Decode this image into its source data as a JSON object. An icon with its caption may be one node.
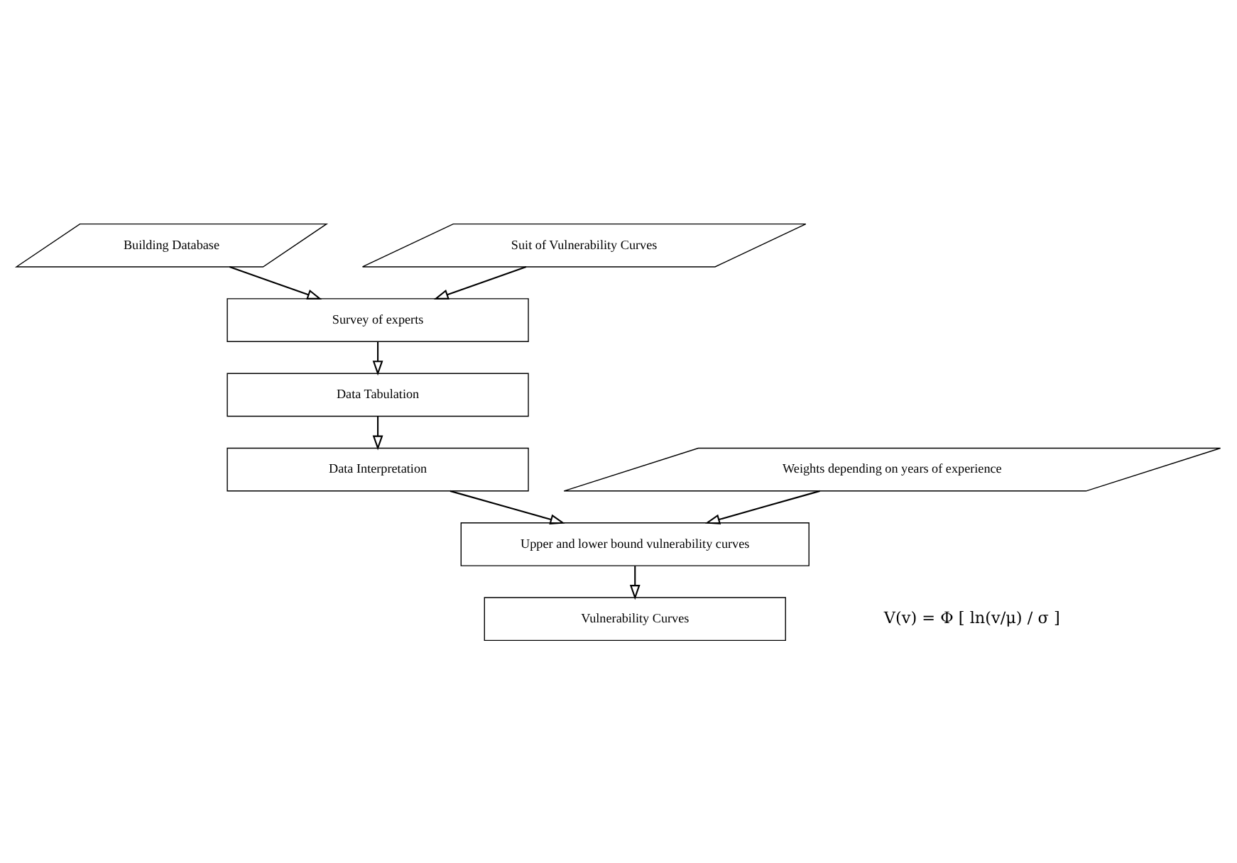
{
  "diagram": {
    "nodes": [
      {
        "text": [
          "Building Database"
        ]
      },
      {
        "text": [
          "Suit of Vulnerability Curves"
        ]
      },
      {
        "text": [
          "Survey of experts"
        ]
      },
      {
        "text": [
          "Data Tabulation"
        ]
      },
      {
        "text": [
          "Data Interpretation"
        ]
      },
      {
        "text": [
          "Weights depending on years of experience"
        ]
      },
      {
        "text": [
          "Upper and lower bound vulnerability curves"
        ]
      },
      {
        "text": [
          "Vulnerability Curves"
        ]
      }
    ],
    "edges": [
      {
        "from": 0,
        "to": 2,
        "arrow": "to"
      },
      {
        "from": 1,
        "to": 2,
        "arrow": "to"
      },
      {
        "from": 2,
        "to": 3,
        "arrow": "to"
      },
      {
        "from": 3,
        "to": 4,
        "arrow": "to"
      },
      {
        "from": 4,
        "to": 6,
        "arrow": "to"
      },
      {
        "from": 5,
        "to": 6,
        "arrow": "to"
      },
      {
        "from": 6,
        "to": 7,
        "arrow": "to"
      }
    ],
    "labels": [
      "V(v) = Φ [ ln(v/μ) / σ ]"
    ]
  }
}
